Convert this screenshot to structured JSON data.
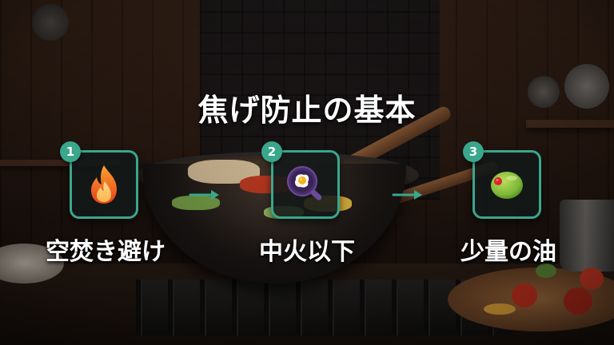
{
  "title": "焦げ防止の基本",
  "steps": [
    {
      "number": "1",
      "label": "空焚き避け",
      "icon": "fire-icon"
    },
    {
      "number": "2",
      "label": "中火以下",
      "icon": "frying-pan-egg-icon"
    },
    {
      "number": "3",
      "label": "少量の油",
      "icon": "olive-icon"
    }
  ],
  "colors": {
    "accent": "#3aa68c",
    "text": "#ffffff",
    "card_background": "#121818"
  }
}
